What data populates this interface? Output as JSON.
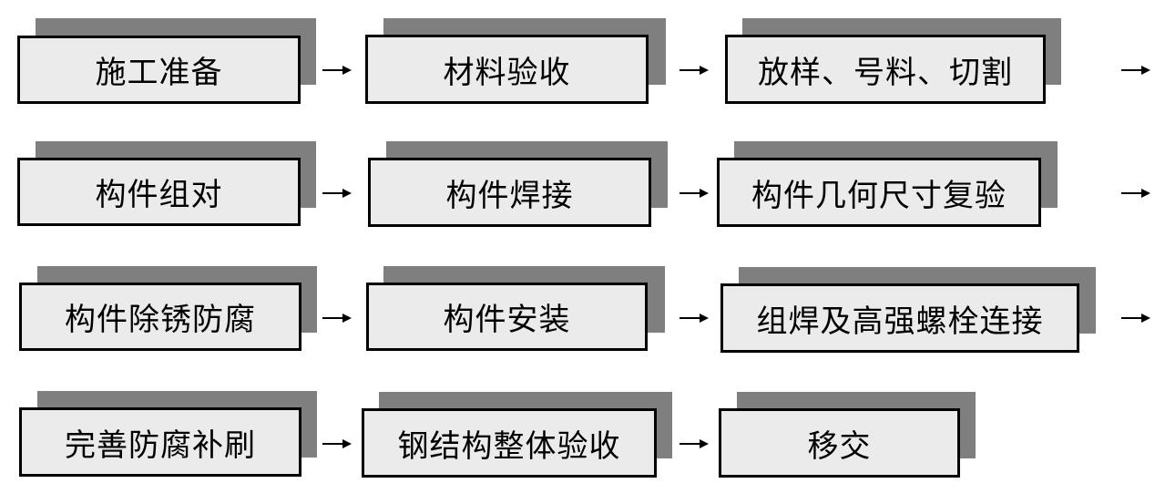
{
  "colors": {
    "box_fill": "#ebebeb",
    "shadow": "#7f7f7f",
    "border": "#000000",
    "arrow": "#000000"
  },
  "steps": [
    "施工准备",
    "材料验收",
    "放样、号料、切割",
    "构件组对",
    "构件焊接",
    "构件几何尺寸复验",
    "构件除锈防腐",
    "构件安装",
    "组焊及高强螺栓连接",
    "完善防腐补刷",
    "钢结构整体验收",
    "移交"
  ],
  "connectors": [
    {
      "from": "施工准备",
      "to": "材料验收"
    },
    {
      "from": "材料验收",
      "to": "放样、号料、切割"
    },
    {
      "from": "放样、号料、切割",
      "to": "构件组对"
    },
    {
      "from": "构件组对",
      "to": "构件焊接"
    },
    {
      "from": "构件焊接",
      "to": "构件几何尺寸复验"
    },
    {
      "from": "构件几何尺寸复验",
      "to": "构件除锈防腐"
    },
    {
      "from": "构件除锈防腐",
      "to": "构件安装"
    },
    {
      "from": "构件安装",
      "to": "组焊及高强螺栓连接"
    },
    {
      "from": "组焊及高强螺栓连接",
      "to": "完善防腐补刷"
    },
    {
      "from": "完善防腐补刷",
      "to": "钢结构整体验收"
    },
    {
      "from": "钢结构整体验收",
      "to": "移交"
    }
  ]
}
